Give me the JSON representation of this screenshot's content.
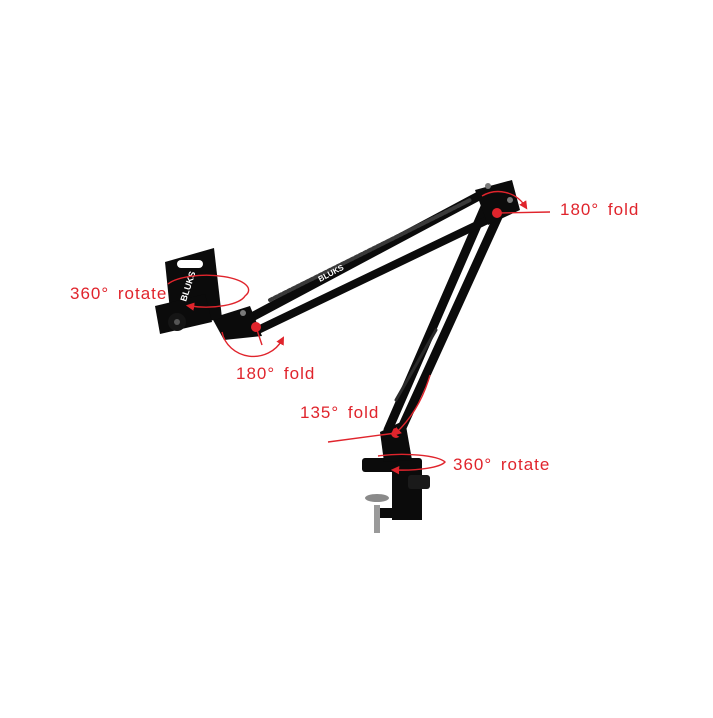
{
  "product": {
    "brand_mark": "BLUKS",
    "annotations": [
      {
        "text": "180° fold"
      },
      {
        "text": "360° rotate"
      },
      {
        "text": "180° fold"
      },
      {
        "text": "135° fold"
      },
      {
        "text": "360° rotate"
      }
    ]
  },
  "colors": {
    "background": "#ffffff",
    "annotation": "#e0242c",
    "arm": "#0b0b0b",
    "joint": "#7a7a7a"
  }
}
